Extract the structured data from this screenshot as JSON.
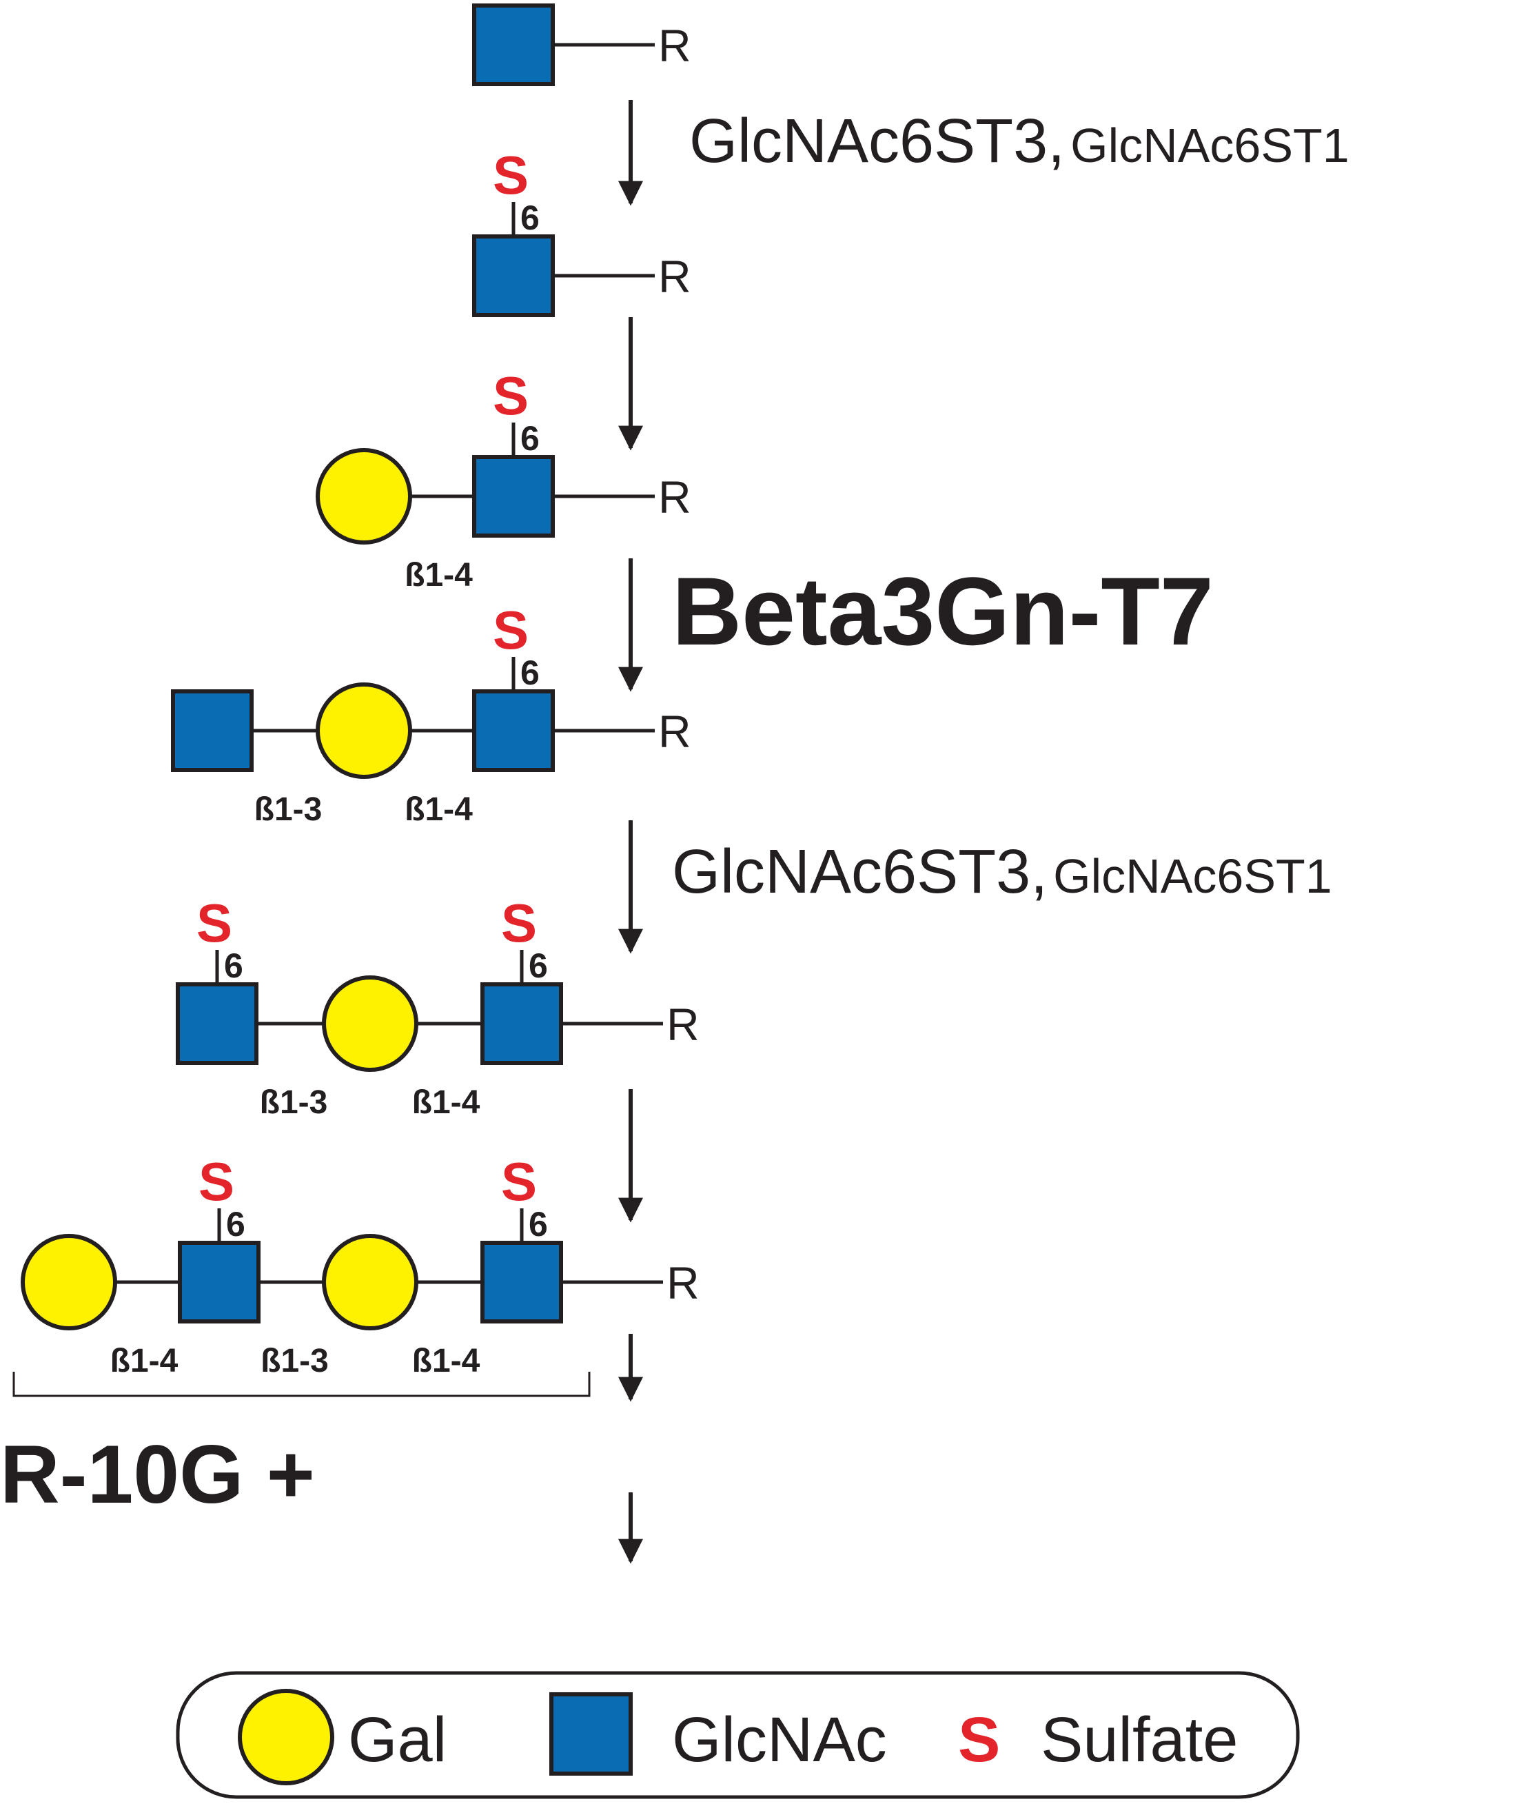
{
  "labels": {
    "reducing_end": "R",
    "sulfate_symbol": "S",
    "sulfate_position": "6",
    "beta14": "ß1-4",
    "beta13": "ß1-3"
  },
  "enzymes": {
    "step1_main": "GlcNAc6ST3,",
    "step1_sub": "GlcNAc6ST1",
    "step3": "Beta3Gn-T7",
    "step4_main": "GlcNAc6ST3,",
    "step4_sub": "GlcNAc6ST1"
  },
  "product": {
    "label": "R-10G +"
  },
  "legend": {
    "gal": "Gal",
    "glcnac": "GlcNAc",
    "sulfate_symbol": "S",
    "sulfate": "Sulfate"
  },
  "colors": {
    "gal_fill": "#fff200",
    "glcnac_fill": "#0a6db3",
    "sulfate": "#e3242b",
    "outline": "#231f20"
  }
}
